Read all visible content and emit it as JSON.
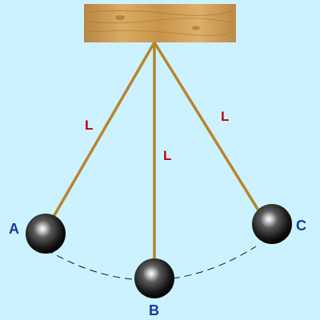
{
  "labels": {
    "rod_left": "L",
    "rod_center": "L",
    "rod_right": "L",
    "point_a": "A",
    "point_b": "B",
    "point_c": "C"
  },
  "colors": {
    "background": "#ccf2ff",
    "string": "#b8842a",
    "wood": "#d2a45a",
    "bob": "#222222",
    "length_label": "#c00010",
    "point_label": "#123c98",
    "arc": "#111111"
  }
}
